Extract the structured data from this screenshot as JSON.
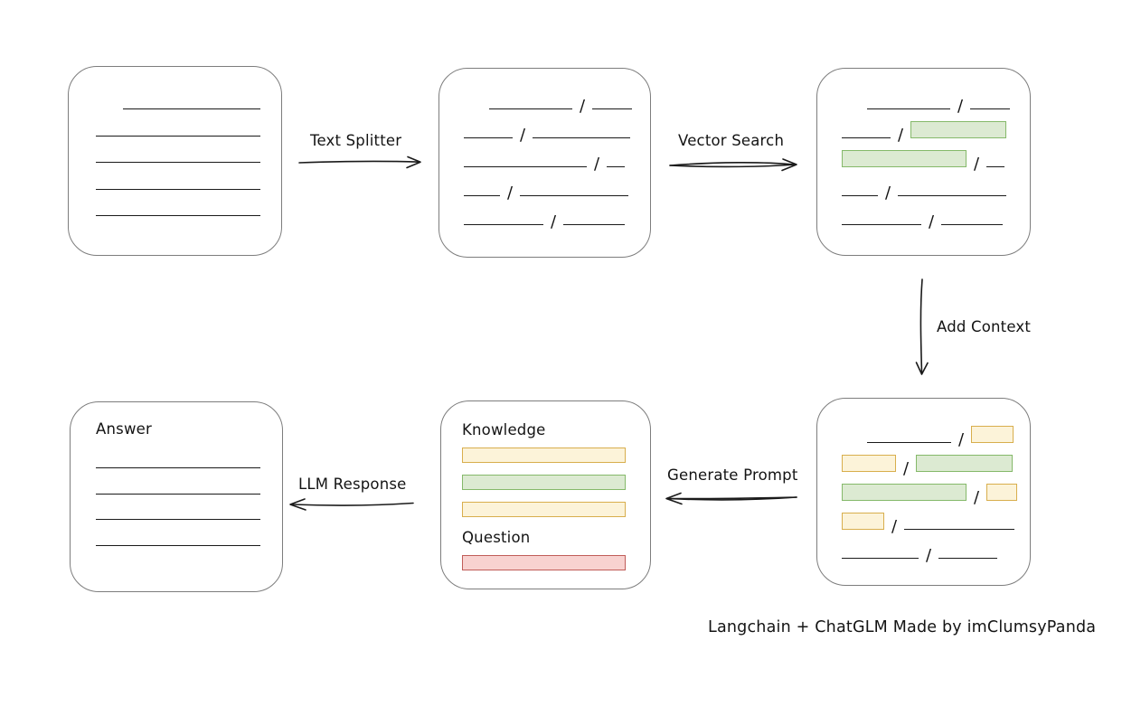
{
  "caption": "Langchain + ChatGLM Made by imClumsyPanda",
  "labels": {
    "text_splitter": "Text Splitter",
    "vector_search": "Vector Search",
    "add_context": "Add Context",
    "generate_prompt": "Generate Prompt",
    "llm_response": "LLM Response",
    "knowledge": "Knowledge",
    "question": "Question",
    "answer": "Answer"
  },
  "colors": {
    "line": "#1a1a1a",
    "box_border": "#7d7d7d",
    "yellow_fill": "#fcf3d9",
    "yellow_stroke": "#d8ae4d",
    "green_fill": "#dcead2",
    "green_stroke": "#85b96a",
    "red_fill": "#f8d2d0",
    "red_stroke": "#c05d59"
  },
  "boxes": {
    "document": {
      "lines": [
        {
          "ml": 60,
          "w": 152
        },
        {
          "ml": 30,
          "w": 182
        },
        {
          "ml": 30,
          "w": 182
        },
        {
          "ml": 30,
          "w": 182
        },
        {
          "ml": 30,
          "w": 182
        }
      ]
    },
    "chunks": {
      "rows": [
        [
          {
            "k": "line",
            "w": 92,
            "pre": 28
          },
          {
            "k": "slash"
          },
          {
            "k": "line",
            "w": 44
          }
        ],
        [
          {
            "k": "line",
            "w": 54
          },
          {
            "k": "slash"
          },
          {
            "k": "line",
            "w": 108
          }
        ],
        [
          {
            "k": "line",
            "w": 136
          },
          {
            "k": "slash"
          },
          {
            "k": "line",
            "w": 20
          }
        ],
        [
          {
            "k": "line",
            "w": 40
          },
          {
            "k": "slash"
          },
          {
            "k": "line",
            "w": 120
          }
        ],
        [
          {
            "k": "line",
            "w": 88
          },
          {
            "k": "slash"
          },
          {
            "k": "line",
            "w": 68
          }
        ]
      ]
    },
    "chunks_matched": {
      "rows": [
        [
          {
            "k": "line",
            "w": 92,
            "pre": 28
          },
          {
            "k": "slash"
          },
          {
            "k": "line",
            "w": 44
          }
        ],
        [
          {
            "k": "line",
            "w": 54
          },
          {
            "k": "slash"
          },
          {
            "k": "green",
            "w": 106
          }
        ],
        [
          {
            "k": "green",
            "w": 138
          },
          {
            "k": "slash"
          },
          {
            "k": "line",
            "w": 20
          }
        ],
        [
          {
            "k": "line",
            "w": 40
          },
          {
            "k": "slash"
          },
          {
            "k": "line",
            "w": 120
          }
        ],
        [
          {
            "k": "line",
            "w": 88
          },
          {
            "k": "slash"
          },
          {
            "k": "line",
            "w": 68
          }
        ]
      ]
    },
    "chunks_context": {
      "rows": [
        [
          {
            "k": "line",
            "w": 93,
            "pre": 28
          },
          {
            "k": "slash"
          },
          {
            "k": "yellow",
            "w": 47
          }
        ],
        [
          {
            "k": "yellow",
            "w": 60
          },
          {
            "k": "slash"
          },
          {
            "k": "green",
            "w": 107
          }
        ],
        [
          {
            "k": "green",
            "w": 138
          },
          {
            "k": "slash"
          },
          {
            "k": "yellow",
            "w": 34
          }
        ],
        [
          {
            "k": "yellow",
            "w": 47
          },
          {
            "k": "slash"
          },
          {
            "k": "line",
            "w": 122
          }
        ],
        [
          {
            "k": "line",
            "w": 85
          },
          {
            "k": "slash"
          },
          {
            "k": "line",
            "w": 65
          }
        ]
      ]
    },
    "prompt": {
      "knowledge_bars": [
        "yellow",
        "green",
        "yellow"
      ],
      "question_bars": [
        "red"
      ]
    },
    "answer": {
      "lines": [
        {
          "ml": 0,
          "w": 182
        },
        {
          "ml": 0,
          "w": 182
        },
        {
          "ml": 0,
          "w": 182
        },
        {
          "ml": 0,
          "w": 182
        }
      ]
    }
  }
}
